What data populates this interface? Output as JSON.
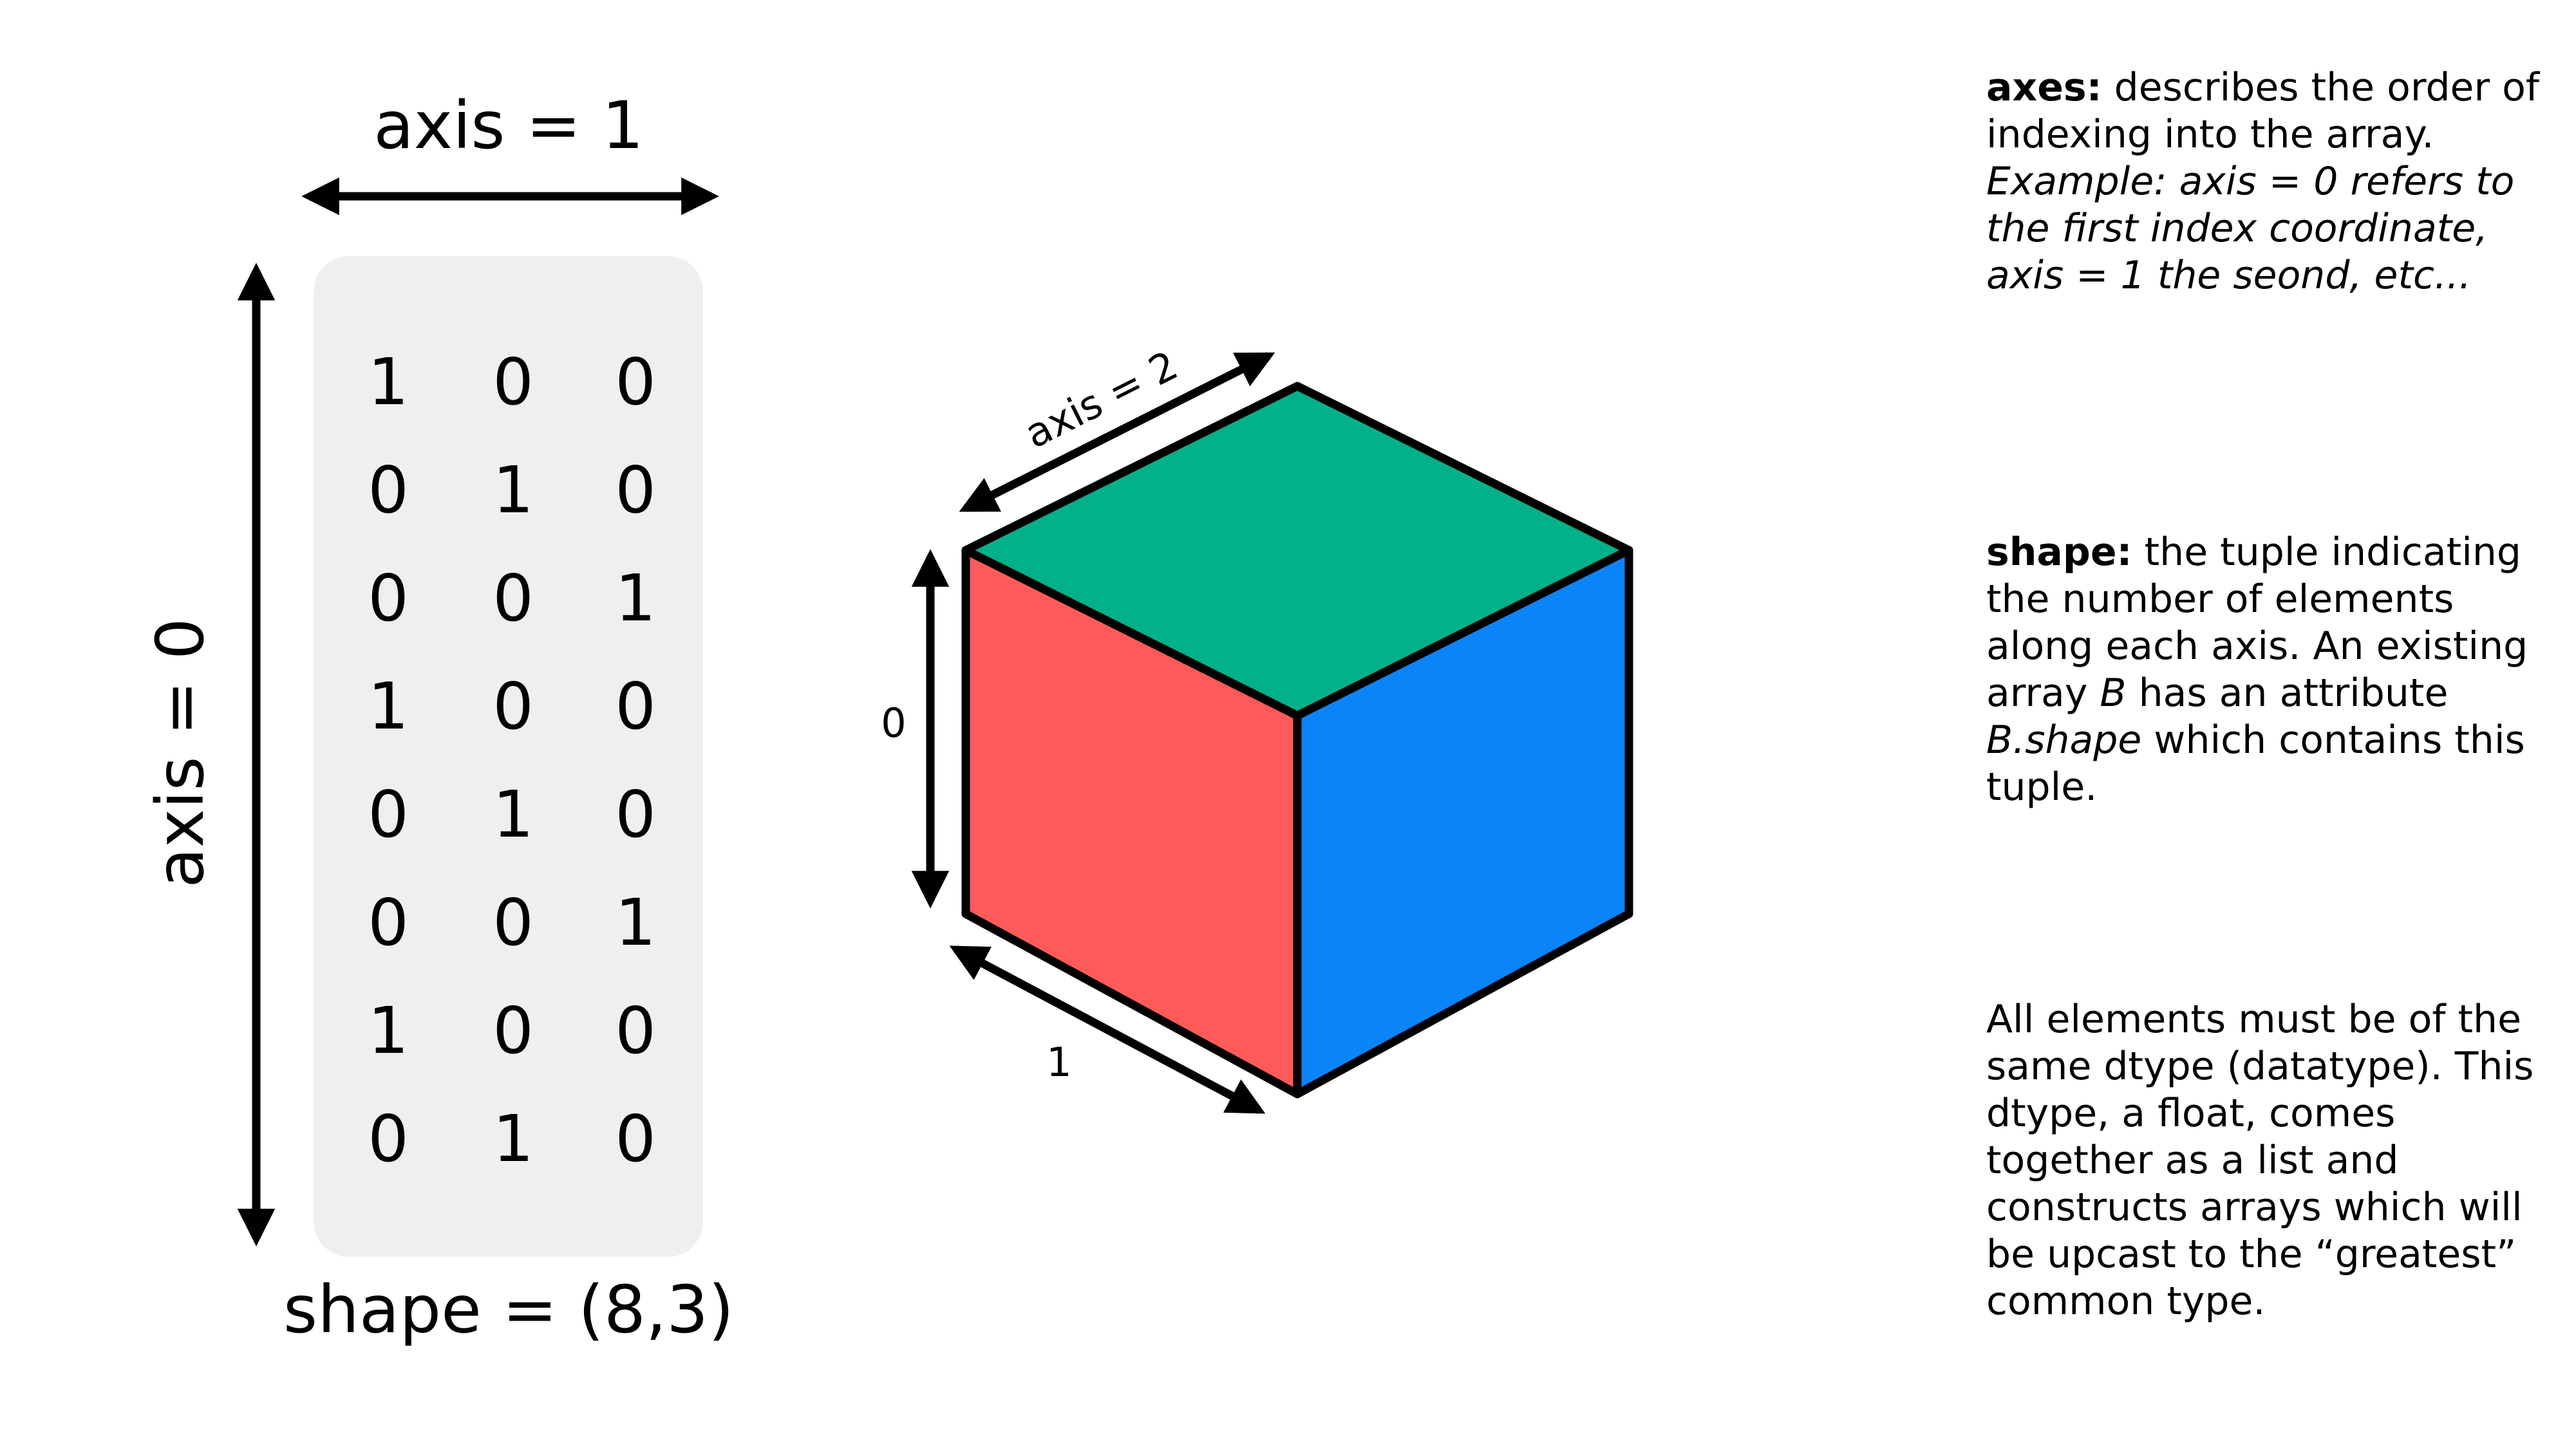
{
  "matrix": {
    "axis1_label": "axis = 1",
    "axis0_label": "axis = 0",
    "shape_label": "shape = (8,3)",
    "rows": [
      [
        "1",
        "0",
        "0"
      ],
      [
        "0",
        "1",
        "0"
      ],
      [
        "0",
        "0",
        "1"
      ],
      [
        "1",
        "0",
        "0"
      ],
      [
        "0",
        "1",
        "0"
      ],
      [
        "0",
        "0",
        "1"
      ],
      [
        "1",
        "0",
        "0"
      ],
      [
        "0",
        "1",
        "0"
      ]
    ],
    "panel_color": "#efefef"
  },
  "cube": {
    "axis2_label": "axis = 2",
    "axis0_label": "0",
    "axis1_label": "1",
    "top_color": "#03b189",
    "left_color": "#ff5a5a",
    "right_color": "#0b84f7"
  },
  "notes": {
    "axes_term": "axes:",
    "axes_text": " describes the order of indexing into the array.",
    "axes_example": "Example: axis = 0 refers to the first index coordinate, axis = 1 the seond, etc...",
    "shape_term": "shape:",
    "shape_text_1": " the tuple indicating the number of elements along each axis. An existing array ",
    "shape_var": "B",
    "shape_text_2": " has an attribute ",
    "shape_attr": "B.shape",
    "shape_text_3": " which contains this tuple.",
    "dtype_text": "All elements must be of the same dtype (datatype). This dtype, a float,  comes together as a list and constructs arrays which will be upcast to the “greatest” common type."
  }
}
